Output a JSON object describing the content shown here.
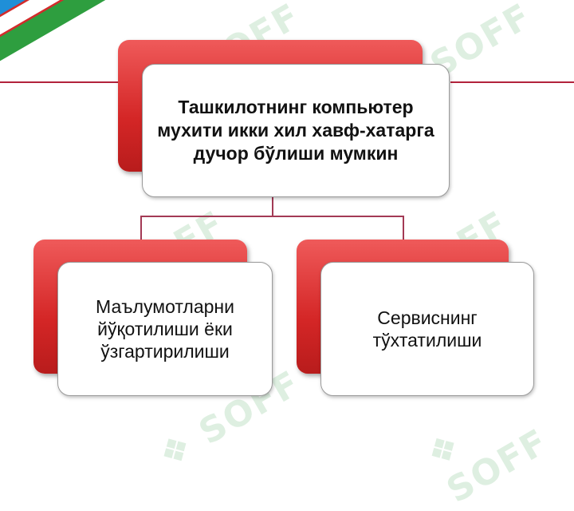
{
  "diagram": {
    "root": {
      "label": "Ташкилотнинг компьютер мухити икки хил хавф-хатарга дучор бўлиши мумкин"
    },
    "children": [
      {
        "label": "Маълумотларни йўқотилиши ёки ўзгартирилиши"
      },
      {
        "label": "Сервиснинг тўхтатилиши"
      }
    ]
  },
  "watermark": {
    "text": "SOFF"
  },
  "colors": {
    "accent_red": "#d42626",
    "line": "#b2233b",
    "flag_blue": "#1f8fd8",
    "flag_green": "#2e9e3f"
  }
}
